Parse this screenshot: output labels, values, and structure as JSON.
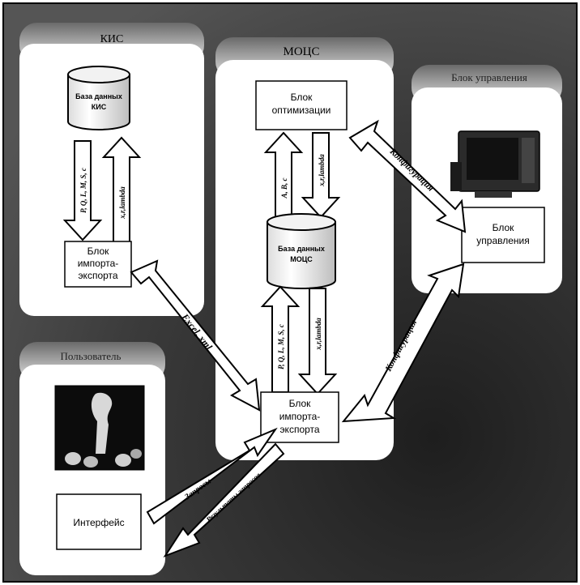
{
  "panels": {
    "kis": {
      "title": "КИС"
    },
    "mocs": {
      "title": "МОЦС"
    },
    "control": {
      "title": "Блок управления"
    },
    "user": {
      "title": "Пользователь"
    }
  },
  "blocks": {
    "kis_db": {
      "line1": "База данных",
      "line2": "КИС"
    },
    "kis_ie": {
      "line1": "Блок",
      "line2": "импорта-",
      "line3": "экспорта"
    },
    "opt": {
      "line1": "Блок",
      "line2": "оптимизации"
    },
    "mocs_db": {
      "line1": "База данных",
      "line2": "МОЦС"
    },
    "mocs_ie": {
      "line1": "Блок",
      "line2": "импорта-",
      "line3": "экспорта"
    },
    "ctrl": {
      "line1": "Блок",
      "line2": "управления"
    },
    "iface": {
      "text": "Интерфейс"
    }
  },
  "arrow_labels": {
    "kis_down": "P, Q, L, M, S, c",
    "kis_up": "x,r,lambda",
    "mocs_up_top": "A, B, c",
    "mocs_down_top": "x,r,lambda",
    "mocs_up_bottom": "P, Q, L, M, S, c",
    "mocs_down_bottom": "x,r,lambda",
    "excel_xml": "Excel, xml",
    "config_top": "Конфигурация",
    "config_bottom": "Конфигурация",
    "requests": "Запросы",
    "results": "Результаты запросов"
  }
}
